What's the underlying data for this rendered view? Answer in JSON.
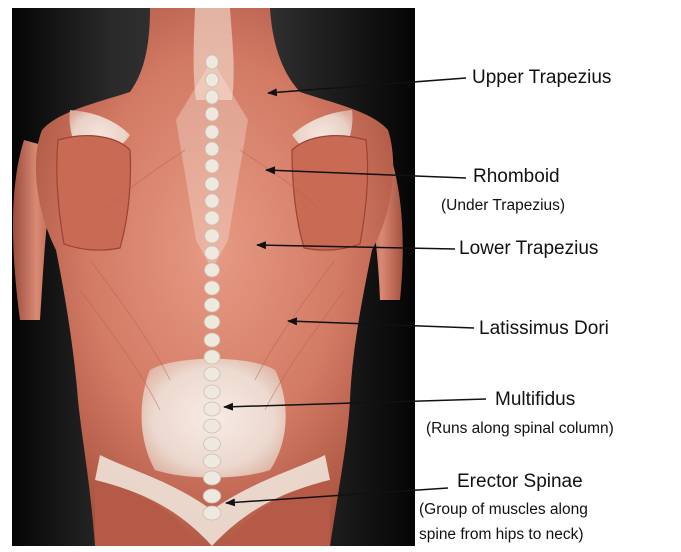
{
  "labels": [
    {
      "id": "upper_trapezius",
      "title": "Upper Trapezius"
    },
    {
      "id": "rhomboid",
      "title": "Rhomboid",
      "note": "(Under Trapezius)"
    },
    {
      "id": "lower_trapezius",
      "title": "Lower Trapezius"
    },
    {
      "id": "latissimus_dori",
      "title": "Latissimus Dori"
    },
    {
      "id": "multifidus",
      "title": "Multifidus",
      "note": "(Runs along spinal column)"
    },
    {
      "id": "erector_spinae",
      "title": "Erector Spinae",
      "note_line1": "(Group of muscles along",
      "note_line2": "spine from hips to neck)"
    }
  ],
  "colors": {
    "muscle": "#d9826d",
    "muscle_dark": "#a8503f",
    "tendon": "#f2ece6",
    "background_dark": "#0c0c0c",
    "arrow": "#111111"
  }
}
